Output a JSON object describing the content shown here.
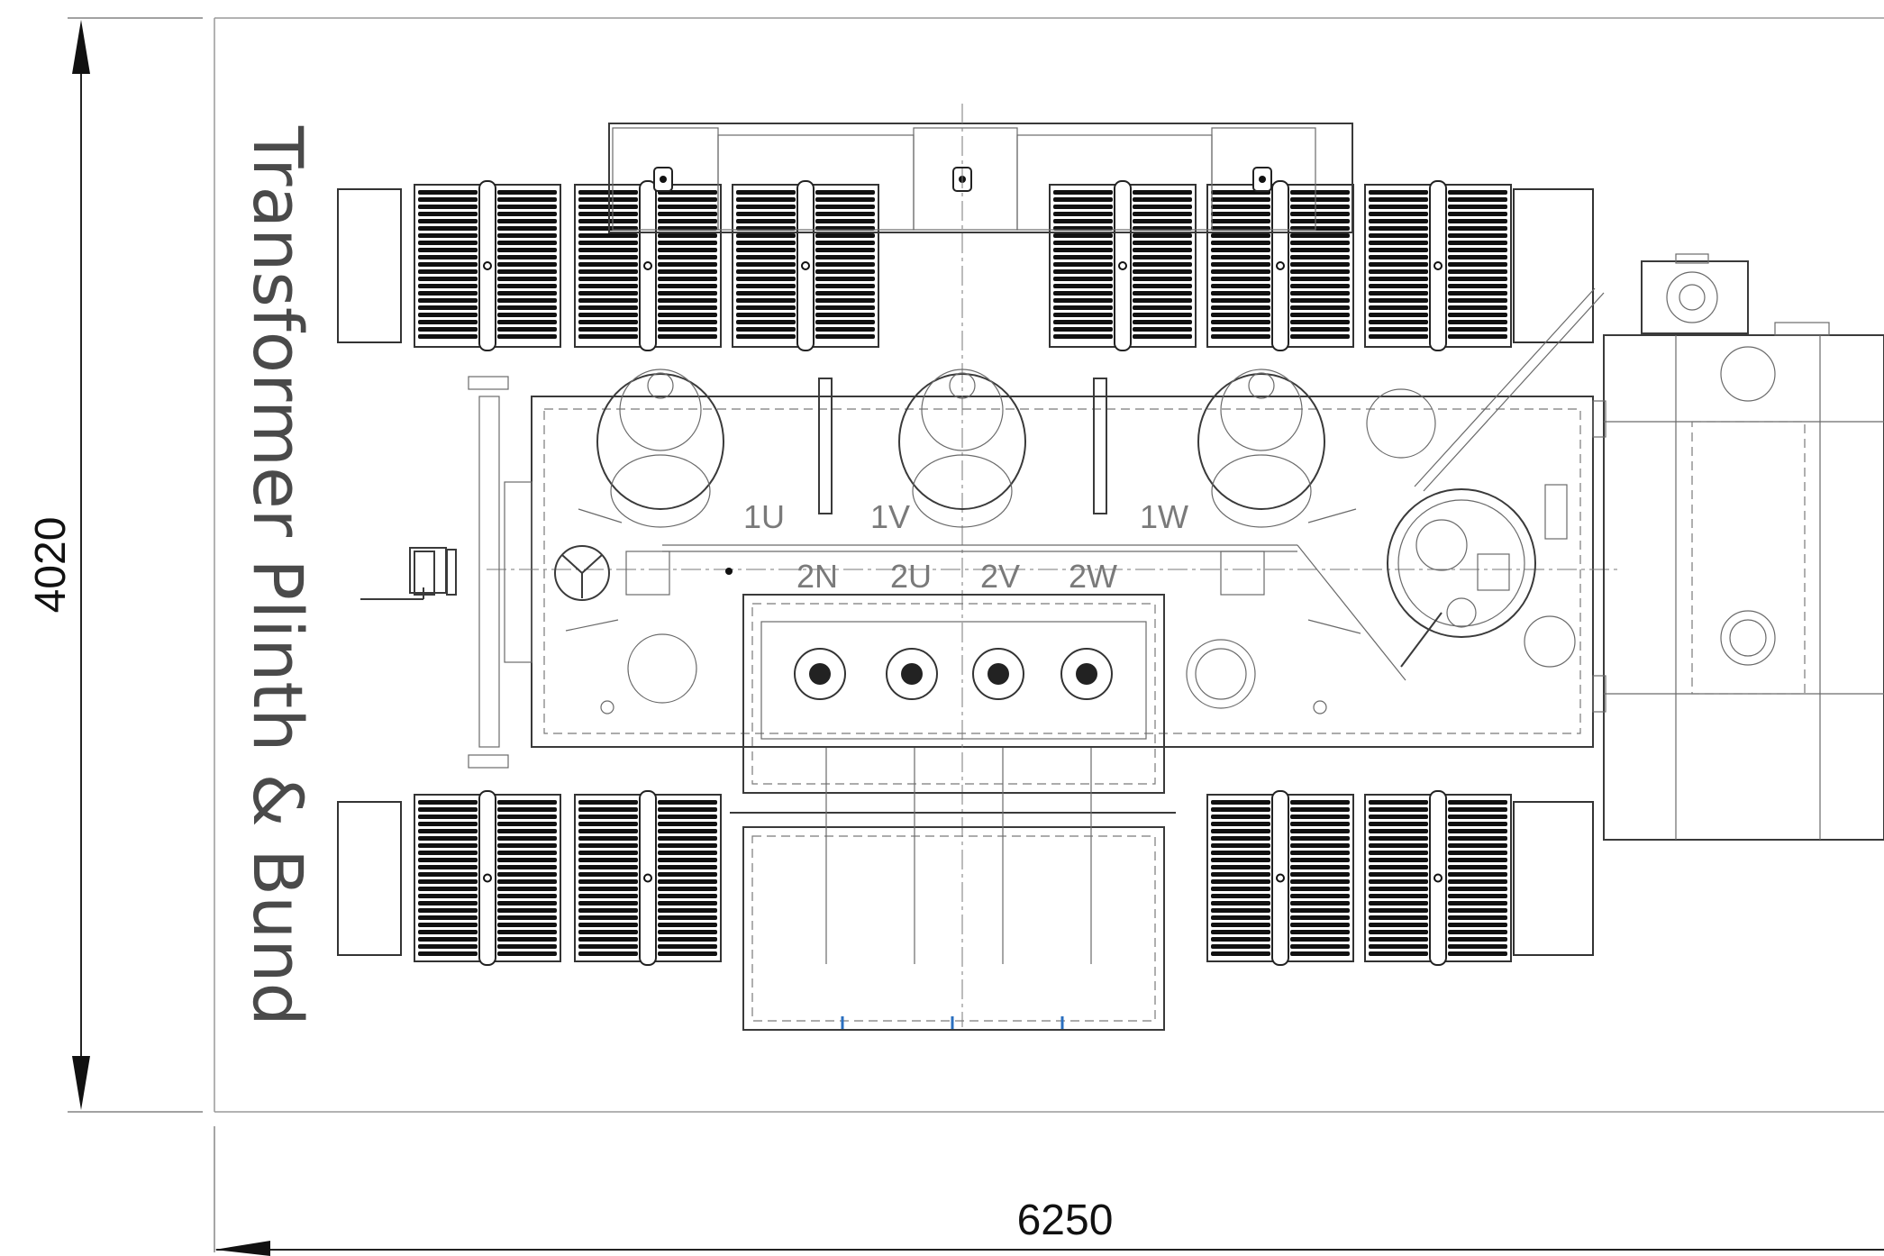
{
  "title": "Transformer Plinth & Bund",
  "dimensions": {
    "height_label": "4020",
    "width_label": "6250"
  },
  "terminals": {
    "hv": [
      "1U",
      "1V",
      "1W"
    ],
    "lv": [
      "2N",
      "2U",
      "2V",
      "2W"
    ]
  },
  "colors": {
    "line": "#3a3a3a",
    "radiator": "#111111",
    "title": "#4a4a4a",
    "marker": "#2a6fbf"
  }
}
